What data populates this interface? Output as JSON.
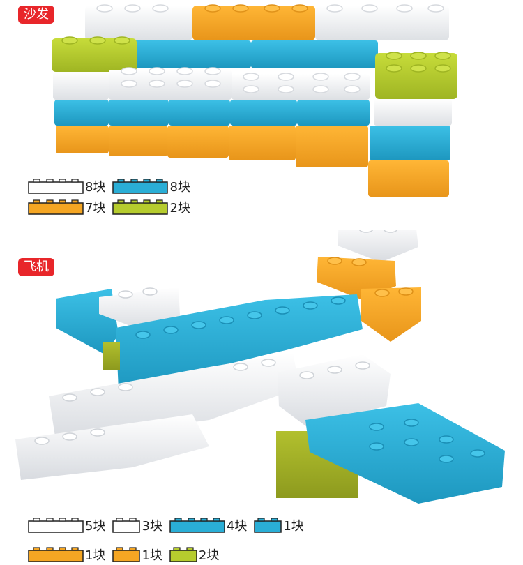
{
  "colors": {
    "white": "#f4f5f7",
    "blue": "#2aaed6",
    "orange": "#f5a623",
    "green": "#b6cc2e",
    "tag": "#e8262a"
  },
  "sofa": {
    "tag_label": "沙发",
    "legend": [
      [
        {
          "color": "white",
          "count": "8块"
        },
        {
          "color": "blue",
          "count": "8块"
        }
      ],
      [
        {
          "color": "orange",
          "count": "7块"
        },
        {
          "color": "green",
          "count": "2块"
        }
      ]
    ]
  },
  "plane": {
    "tag_label": "飞机",
    "legend": [
      [
        {
          "color": "white",
          "count": "5块"
        },
        {
          "color": "white",
          "count": "3块"
        },
        {
          "color": "blue",
          "count": "4块"
        },
        {
          "color": "blue",
          "count": "1块"
        }
      ],
      [
        {
          "color": "orange",
          "count": "1块"
        },
        {
          "color": "orange",
          "count": "1块"
        },
        {
          "color": "green",
          "count": "2块"
        }
      ]
    ]
  }
}
